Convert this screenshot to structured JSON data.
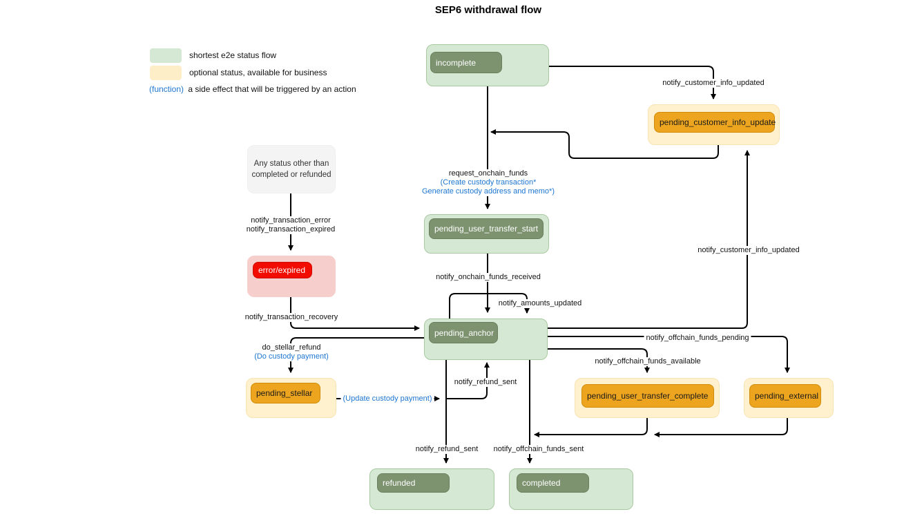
{
  "title": "SEP6 withdrawal flow",
  "legend": {
    "shortest": "shortest e2e status flow",
    "optional": "optional status, available for business",
    "function_token": "(function)",
    "function_desc": "a side effect that will be triggered by an action"
  },
  "nodes": {
    "incomplete": "incomplete",
    "pending_customer_info_update": "pending_customer_info_update",
    "any_status_line1": "Any status other than",
    "any_status_line2": "completed or refunded",
    "error_expired": "error/expired",
    "pending_user_transfer_start": "pending_user_transfer_start",
    "pending_anchor": "pending_anchor",
    "pending_stellar": "pending_stellar",
    "pending_user_transfer_complete": "pending_user_transfer_complete",
    "pending_external": "pending_external",
    "refunded": "refunded",
    "completed": "completed"
  },
  "edges": {
    "notify_customer_info_updated_top": "notify_customer_info_updated",
    "request_onchain_funds": "request_onchain_funds",
    "request_fn_line1": "(Create custody transaction*",
    "request_fn_line2": "Generate custody address and memo*)",
    "notify_transaction_error": "notify_transaction_error",
    "notify_transaction_expired": "notify_transaction_expired",
    "notify_transaction_recovery": "notify_transaction_recovery",
    "do_stellar_refund": "do_stellar_refund",
    "do_custody_payment": "(Do custody payment)",
    "update_custody_payment": "(Update custody payment)",
    "notify_refund_sent_mid": "notify_refund_sent",
    "notify_onchain_funds_received": "notify_onchain_funds_received",
    "notify_amounts_updated": "notify_amounts_updated",
    "notify_customer_info_updated_right": "notify_customer_info_updated",
    "notify_offchain_funds_pending": "notify_offchain_funds_pending",
    "notify_offchain_funds_available": "notify_offchain_funds_available",
    "notify_refund_sent_bottom": "notify_refund_sent",
    "notify_offchain_funds_sent": "notify_offchain_funds_sent"
  },
  "colors": {
    "flow_green_bg": "#d5e8d4",
    "status_green_pill": "#7d9370",
    "optional_yellow_bg": "#fff1cd",
    "optional_orange_pill": "#eda51f",
    "error_red_pill": "#f20c00",
    "error_pink_bg": "#f6cecb",
    "note_gray_bg": "#f4f4f4",
    "function_blue": "#1d76d2",
    "edge_black": "#000000"
  }
}
